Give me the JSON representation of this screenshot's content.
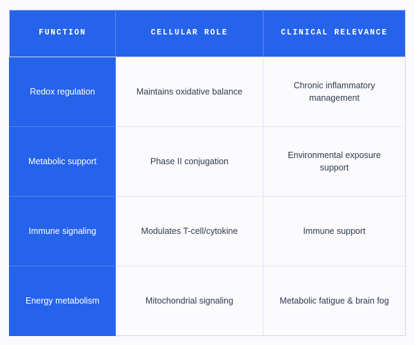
{
  "table": {
    "columns": [
      {
        "key": "function",
        "label": "FUNCTION"
      },
      {
        "key": "role",
        "label": "CELLULAR ROLE"
      },
      {
        "key": "relevance",
        "label": "CLINICAL RELEVANCE"
      }
    ],
    "rows": [
      {
        "function": "Redox regulation",
        "role": "Maintains oxidative balance",
        "relevance": "Chronic inflammatory management"
      },
      {
        "function": "Metabolic support",
        "role": "Phase II conjugation",
        "relevance": "Environmental exposure support"
      },
      {
        "function": "Immune signaling",
        "role": "Modulates T-cell/cytokine",
        "relevance": "Immune support"
      },
      {
        "function": "Energy metabolism",
        "role": "Mitochondrial signaling",
        "relevance": "Metabolic fatigue & brain fog"
      }
    ]
  },
  "colors": {
    "accent": "#2563eb",
    "header_text": "#ffffff",
    "body_text": "#2e3a52",
    "cell_background": "#fbfafc",
    "border": "#ccd6f0",
    "inner_border": "#e2e8f8",
    "page_background": "#faf9fb"
  }
}
